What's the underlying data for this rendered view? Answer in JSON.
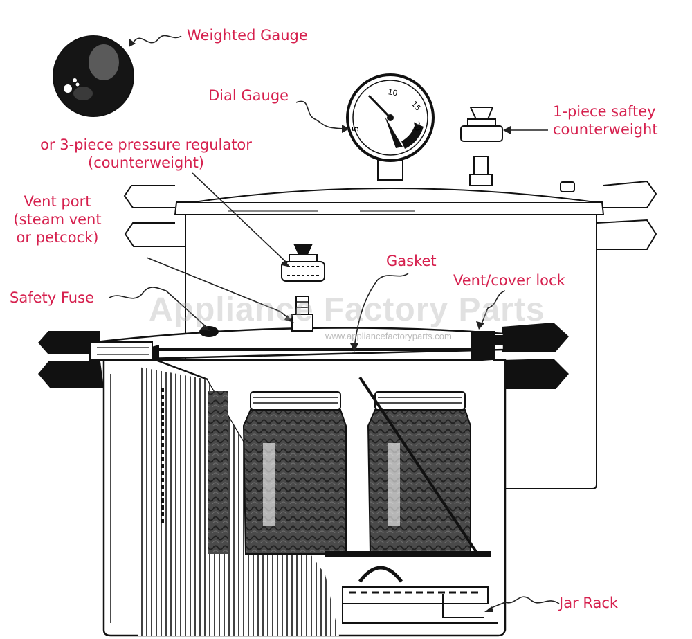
{
  "labels": {
    "weighted_gauge": "Weighted Gauge",
    "dial_gauge": "Dial Gauge",
    "one_piece": "1-piece saftey\ncounterweight",
    "three_piece": "or 3-piece pressure regulator\n(counterweight)",
    "vent_port": "Vent port\n(steam vent\nor petcock)",
    "gasket": "Gasket",
    "vent_cover_lock": "Vent/cover lock",
    "safety_fuse": "Safety Fuse",
    "jar_rack": "Jar Rack"
  },
  "watermark": {
    "text": "Appliance Factory Parts",
    "url": "www.appliancefactoryparts.com"
  },
  "dial_ticks": [
    "10",
    "5",
    "15",
    "20"
  ],
  "colors": {
    "label": "#d6204e",
    "line": "#111111",
    "background": "#ffffff"
  }
}
